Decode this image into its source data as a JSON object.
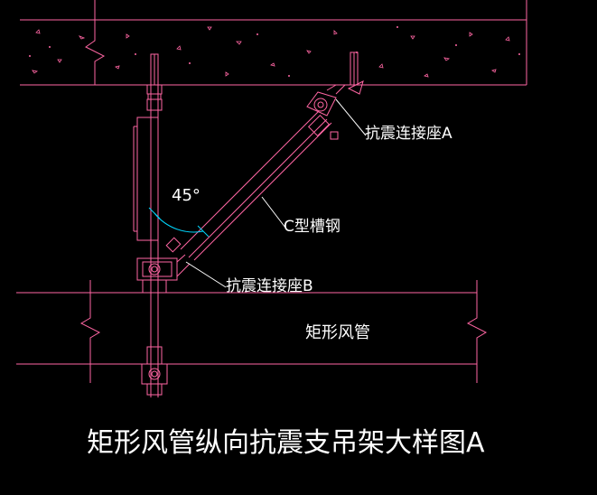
{
  "drawing": {
    "title": "矩形风管纵向抗震支吊架大样图A",
    "labels": {
      "connector_a": "抗震连接座A",
      "channel_steel": "C型槽钢",
      "connector_b": "抗震连接座B",
      "duct": "矩形风管",
      "angle": "45°"
    },
    "colors": {
      "background": "#000000",
      "line": "#ff66a3",
      "text": "#ffffff",
      "dimension": "#00ffff"
    }
  }
}
